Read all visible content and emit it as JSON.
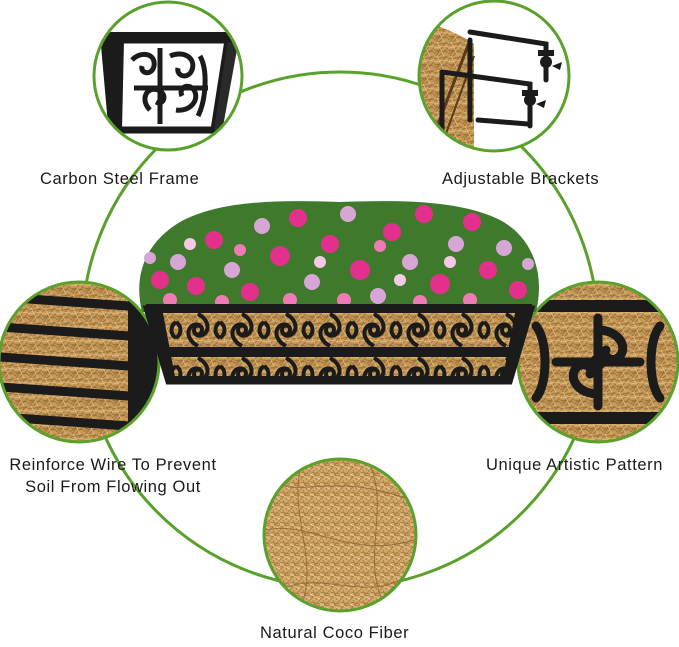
{
  "features": {
    "frame": "Carbon Steel Frame",
    "brackets": "Adjustable Brackets",
    "wire_line1": "Reinforce Wire To Prevent",
    "wire_line2": "Soil From Flowing Out",
    "pattern": "Unique Artistic Pattern",
    "coco": "Natural Coco Fiber"
  },
  "colors": {
    "ring": "#5aa12b",
    "metal": "#1b1b1b",
    "coco": "#c69a5a",
    "flower_pink": "#e3308d",
    "flower_lilac": "#d8a6d6"
  }
}
